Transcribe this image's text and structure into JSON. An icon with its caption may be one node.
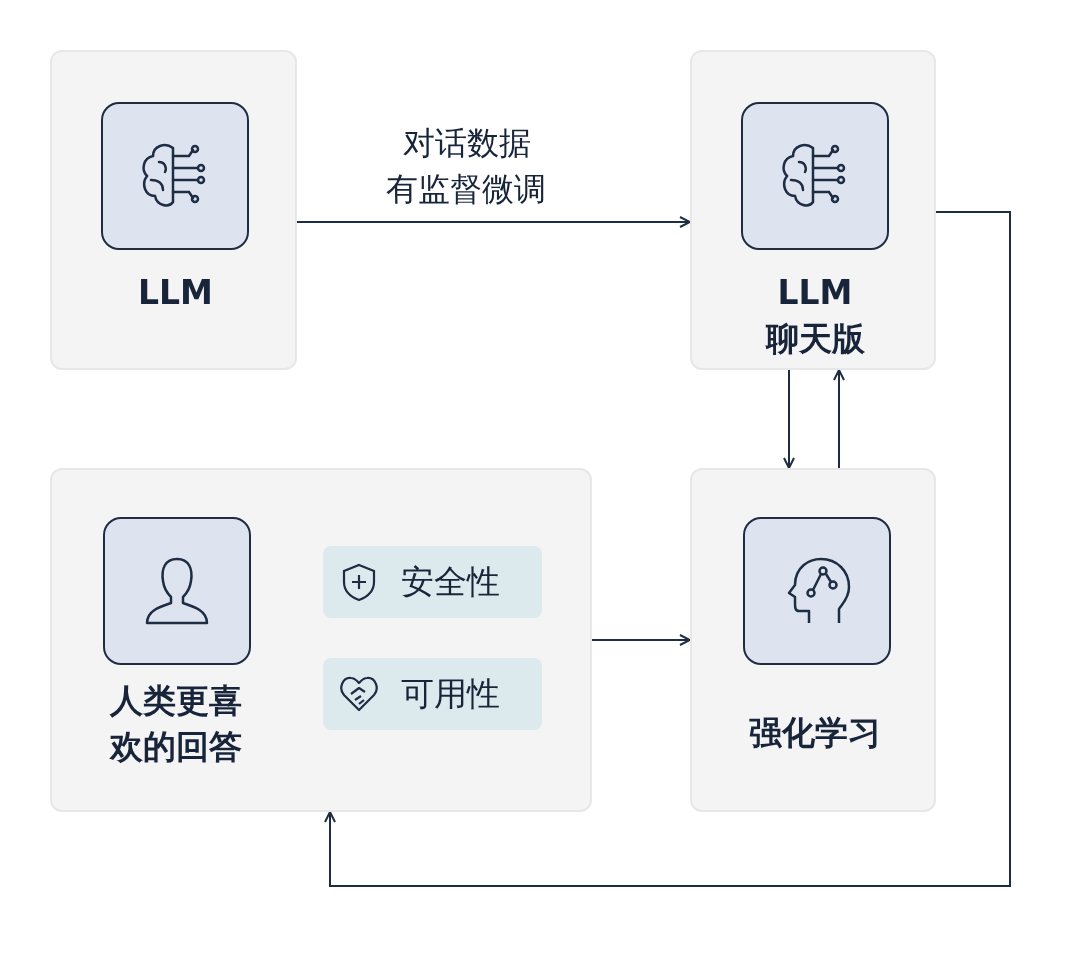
{
  "diagram": {
    "nodes": [
      {
        "text": [
          "LLM"
        ]
      },
      {
        "text": [
          "LLM 聊天版"
        ]
      },
      {
        "text": [
          "人类更喜欢的回答"
        ]
      },
      {
        "text": [
          "安全性"
        ],
        "in": 2
      },
      {
        "text": [
          "可用性"
        ],
        "in": 2
      },
      {
        "text": [
          "强化学习"
        ]
      }
    ],
    "edges": [
      {
        "from": 0,
        "to": 1,
        "arrow": "to",
        "label": "对话数据有监督微调"
      },
      {
        "from": 1,
        "to": 5,
        "arrow": "to"
      },
      {
        "from": 5,
        "to": 1,
        "arrow": "to"
      },
      {
        "from": 2,
        "to": 5,
        "arrow": "to"
      },
      {
        "from": 1,
        "to": 2,
        "arrow": "to"
      }
    ]
  }
}
